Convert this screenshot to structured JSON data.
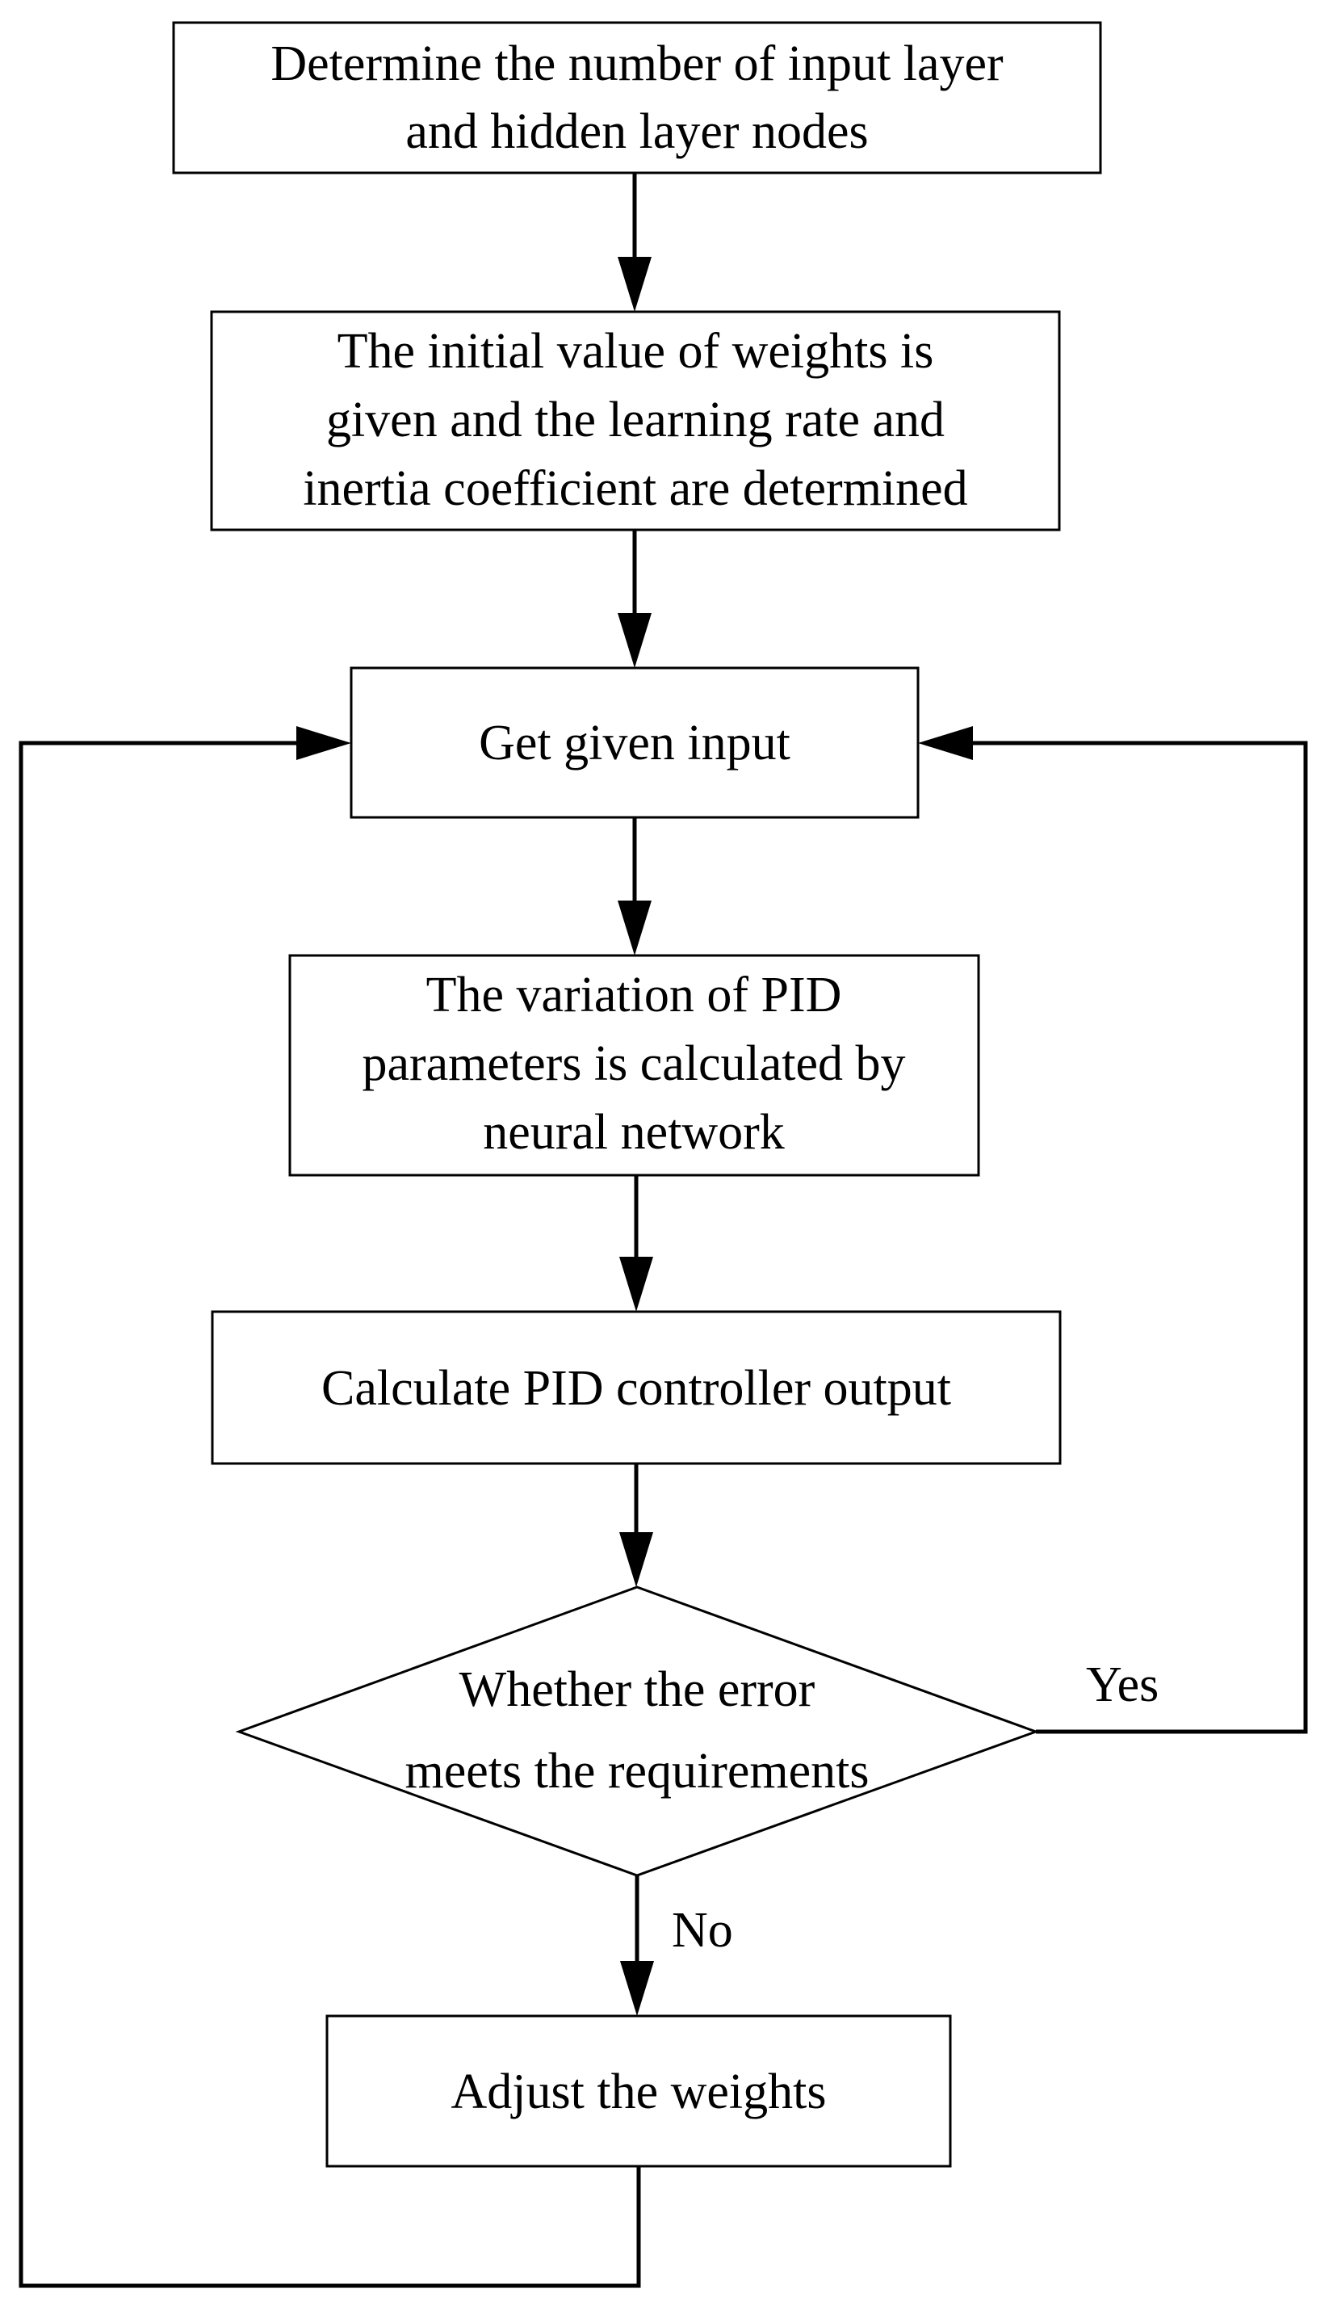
{
  "flowchart": {
    "steps": [
      {
        "id": "determine",
        "lines": [
          "Determine the number of input layer",
          "and hidden layer nodes"
        ]
      },
      {
        "id": "init",
        "lines": [
          "The initial value of weights is",
          "given and the learning rate and",
          "inertia coefficient are determined"
        ]
      },
      {
        "id": "get-input",
        "lines": [
          "Get given input"
        ]
      },
      {
        "id": "variation",
        "lines": [
          "The variation of PID",
          "parameters is calculated by",
          "neural network"
        ]
      },
      {
        "id": "calculate",
        "lines": [
          "Calculate PID controller output"
        ]
      },
      {
        "id": "decision",
        "shape": "diamond",
        "lines": [
          "Whether the error",
          "meets the requirements"
        ]
      },
      {
        "id": "adjust",
        "lines": [
          "Adjust the weights"
        ]
      }
    ],
    "edges": [
      {
        "from": "determine",
        "to": "init",
        "label": ""
      },
      {
        "from": "init",
        "to": "get-input",
        "label": ""
      },
      {
        "from": "get-input",
        "to": "variation",
        "label": ""
      },
      {
        "from": "variation",
        "to": "calculate",
        "label": ""
      },
      {
        "from": "calculate",
        "to": "decision",
        "label": ""
      },
      {
        "from": "decision",
        "to": "get-input",
        "label": "Yes"
      },
      {
        "from": "decision",
        "to": "adjust",
        "label": "No"
      },
      {
        "from": "adjust",
        "to": "get-input",
        "label": ""
      }
    ]
  }
}
